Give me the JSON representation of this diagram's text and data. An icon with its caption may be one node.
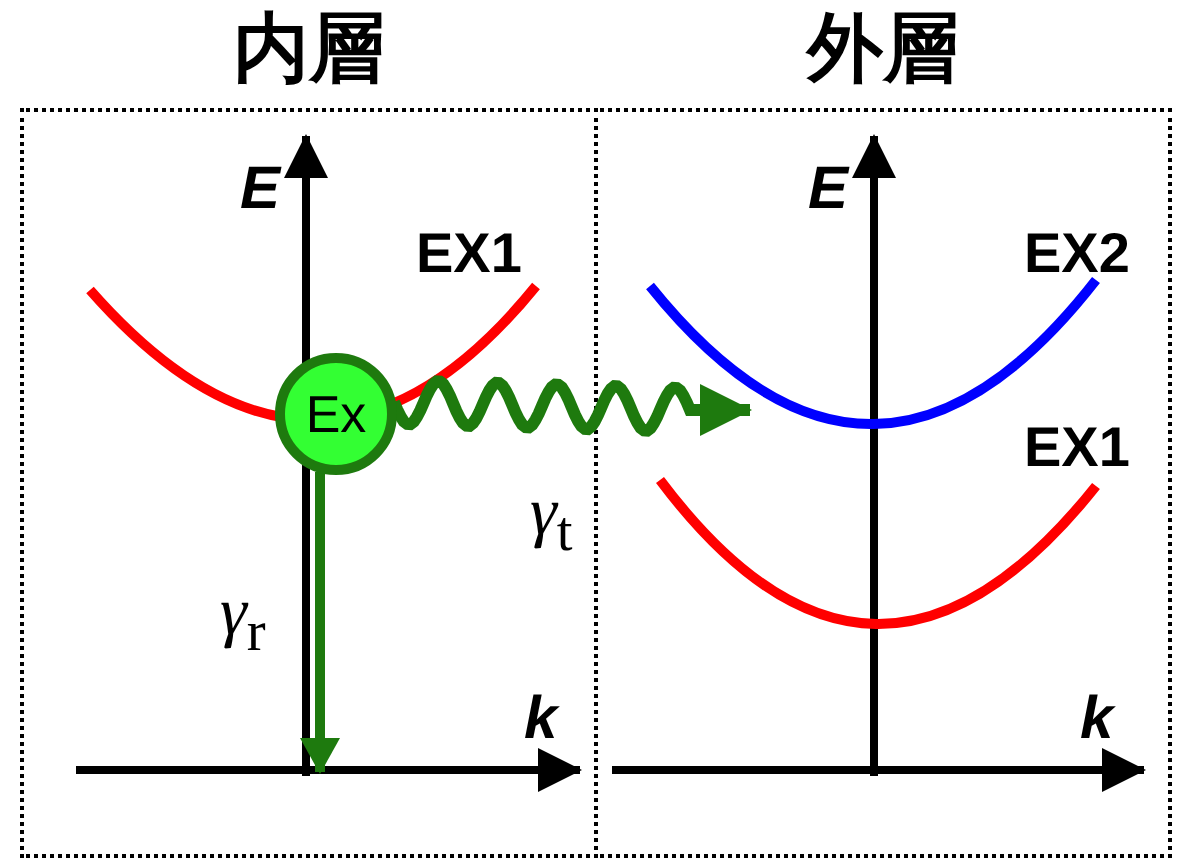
{
  "diagram": {
    "nodes": [
      {
        "text": [
          "内層"
        ]
      },
      {
        "text": [
          "外層"
        ]
      },
      {
        "text": [
          "Ex"
        ],
        "in": 0
      }
    ],
    "edges": [
      {
        "from": 2,
        "to": 1,
        "arrow": "to",
        "label": "*γ*$_{t}$"
      },
      {
        "from": 2,
        "to": null,
        "arrow": "to",
        "label": "*γ*$_{r}$"
      }
    ],
    "labels": [
      "E",
      "EX1",
      "k",
      "E",
      "EX2",
      "EX1",
      "k"
    ]
  }
}
